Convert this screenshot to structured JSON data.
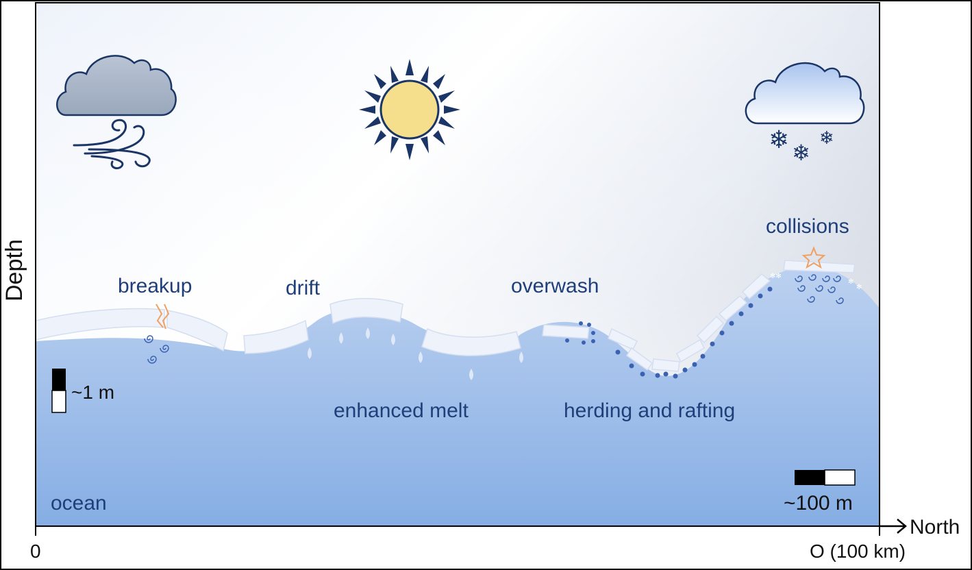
{
  "labels": {
    "breakup": "breakup",
    "drift": "drift",
    "overwash": "overwash",
    "collisions": "collisions",
    "enhanced_melt": "enhanced melt",
    "herding_rafting": "herding and rafting",
    "ocean": "ocean"
  },
  "axes": {
    "y_label": "Depth",
    "x_arrow_label": "North",
    "x_start": "0",
    "x_end": "O (100 km)"
  },
  "scales": {
    "vertical": "~1 m",
    "horizontal": "~100 m"
  },
  "icons": [
    "cloud-wind-icon",
    "sun-icon",
    "cloud-snow-icon",
    "crack-icon",
    "collision-star-icon",
    "turbulence-eddy-icon",
    "melt-drop-icon"
  ],
  "colors": {
    "text": "#1f3f7a",
    "ocean_top": "#bcd1f0",
    "ocean_bottom": "#86aee4",
    "ice": "#eef2fb",
    "accent_orange": "#f0a060",
    "sun": "#f5df8c",
    "navy": "#1a3566"
  }
}
